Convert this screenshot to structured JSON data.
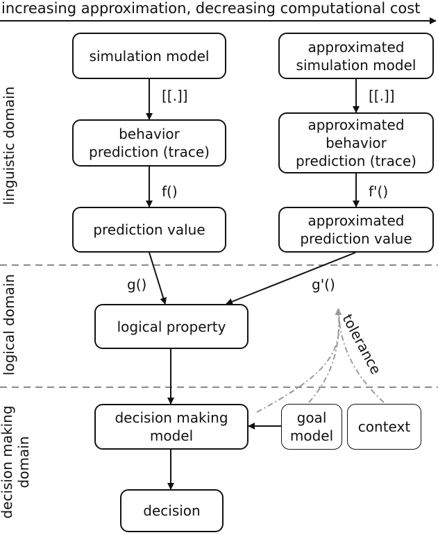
{
  "header": {
    "top_label": "increasing approximation, decreasing computational cost"
  },
  "domains": {
    "linguistic": "linguistic domain",
    "logical": "logical domain",
    "decision": "decision making\ndomain"
  },
  "boxes": {
    "simulation_model": "simulation model",
    "approx_simulation_model": "approximated\nsimulation model",
    "behavior_prediction": "behavior\nprediction (trace)",
    "approx_behavior_prediction": "approximated\nbehavior\nprediction (trace)",
    "prediction_value": "prediction value",
    "approx_prediction_value": "approximated\nprediction value",
    "logical_property": "logical property",
    "decision_making_model": "decision making\nmodel",
    "goal_model": "goal\nmodel",
    "context": "context",
    "decision": "decision"
  },
  "edges": {
    "semantics_left": "[[.]]",
    "semantics_right": "[[.]]",
    "f": "f()",
    "f_prime": "f'()",
    "g": "g()",
    "g_prime": "g'()",
    "tolerance": "tolerance"
  }
}
